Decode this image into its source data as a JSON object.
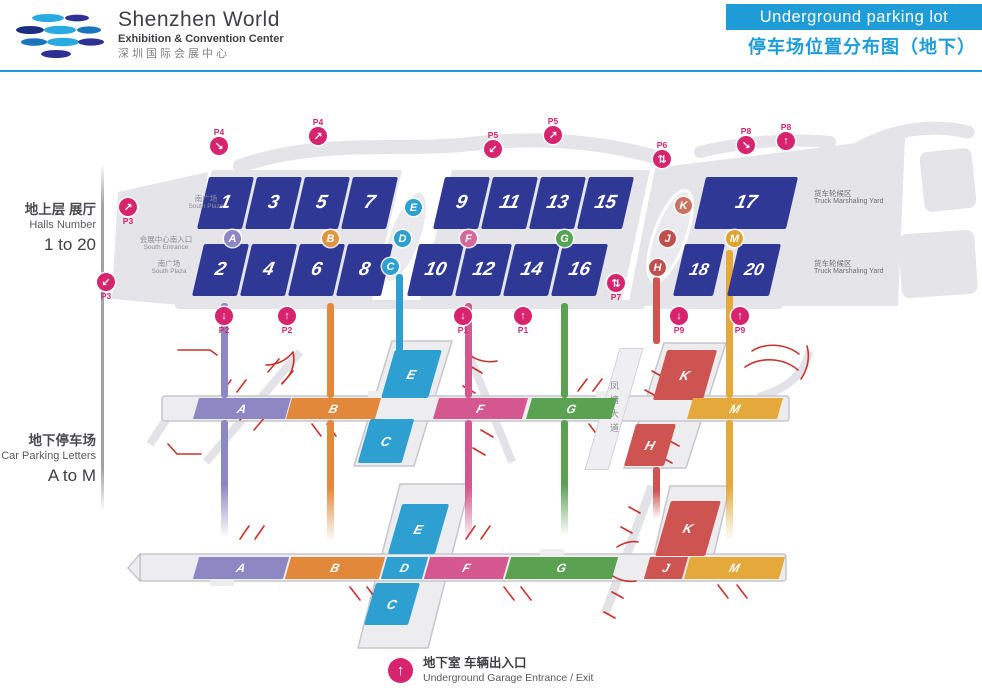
{
  "header": {
    "brand_title": "Shenzhen World",
    "brand_subtitle": "Exhibition & Convention Center",
    "brand_zh": "深圳国际会展中心",
    "banner_title": "Underground parking lot",
    "title_zh": "停车场位置分布图（地下）",
    "accent_color": "#1e9cd7"
  },
  "side_labels": {
    "halls": {
      "zh": "地上层 展厅",
      "en": "Halls Number",
      "range": "1 to 20"
    },
    "parking": {
      "zh": "地下停车场",
      "en": "Car Parking Letters",
      "range": "A to M"
    }
  },
  "map": {
    "hall_color": "#303896",
    "halls_top": [
      "1",
      "3",
      "5",
      "7",
      "9",
      "11",
      "13",
      "15",
      "17"
    ],
    "halls_bottom": [
      "2",
      "4",
      "6",
      "8",
      "10",
      "12",
      "14",
      "16",
      "18",
      "20"
    ],
    "labels": {
      "south_plaza_1": {
        "zh": "南广场",
        "en": "South Plaza"
      },
      "south_entrance": {
        "zh": "会展中心南入口",
        "en": "South Entrance"
      },
      "south_plaza_2": {
        "zh": "南广场",
        "en": "South Plaza"
      },
      "truck_yard_1": {
        "zh": "货车轮候区",
        "en": "Truck Marshaling Yard"
      },
      "truck_yard_2": {
        "zh": "货车轮候区",
        "en": "Truck Marshaling Yard"
      },
      "avenue": "凤塘大道"
    },
    "letter_markers": {
      "A": {
        "label": "A",
        "color": "#8d87c3"
      },
      "B": {
        "label": "B",
        "color": "#e2953f"
      },
      "C": {
        "label": "C",
        "color": "#2d9fd0"
      },
      "D": {
        "label": "D",
        "color": "#2d9fd0"
      },
      "E": {
        "label": "E",
        "color": "#2d9fd0"
      },
      "F": {
        "label": "F",
        "color": "#d4689b"
      },
      "G": {
        "label": "G",
        "color": "#54a454"
      },
      "H": {
        "label": "H",
        "color": "#c0504d"
      },
      "J": {
        "label": "J",
        "color": "#c0504d"
      },
      "K": {
        "label": "K",
        "color": "#c87461"
      },
      "M": {
        "label": "M",
        "color": "#dfa32f"
      }
    },
    "marker_color": "#d6246e",
    "p_markers": [
      {
        "label": "P3",
        "arrow": "↗"
      },
      {
        "label": "P3",
        "arrow": "↙"
      },
      {
        "label": "P4",
        "arrow": "↘"
      },
      {
        "label": "P4",
        "arrow": "↗"
      },
      {
        "label": "P5",
        "arrow": "↙"
      },
      {
        "label": "P5",
        "arrow": "↗"
      },
      {
        "label": "P6",
        "arrow": "⇅"
      },
      {
        "label": "P8",
        "arrow": "↘"
      },
      {
        "label": "P8",
        "arrow": "↑"
      },
      {
        "label": "P7",
        "arrow": "⇅"
      },
      {
        "label": "P2",
        "arrow": "↓"
      },
      {
        "label": "P2",
        "arrow": "↑"
      },
      {
        "label": "P1",
        "arrow": "↓"
      },
      {
        "label": "P1",
        "arrow": "↑"
      },
      {
        "label": "P9",
        "arrow": "↓"
      },
      {
        "label": "P9",
        "arrow": "↑"
      }
    ],
    "level1_zones": [
      "A",
      "B",
      "E",
      "C",
      "F",
      "G",
      "K",
      "H",
      "M"
    ],
    "level2_zones": [
      "A",
      "B",
      "E",
      "D",
      "C",
      "F",
      "G",
      "K",
      "J",
      "M"
    ],
    "zone_colors": {
      "A": "#8d87c3",
      "B": "#e2883b",
      "C": "#2d9fd0",
      "D": "#2d9fd0",
      "E": "#2d9fd0",
      "F": "#d4578f",
      "G": "#5aa152",
      "H": "#cd5450",
      "J": "#cd5450",
      "K": "#cd5450",
      "M": "#e4a93a"
    }
  },
  "legend": {
    "zh": "地下室 车辆出入口",
    "en": "Underground Garage Entrance / Exit",
    "icon_arrow": "↑",
    "icon_color": "#d6246e"
  }
}
